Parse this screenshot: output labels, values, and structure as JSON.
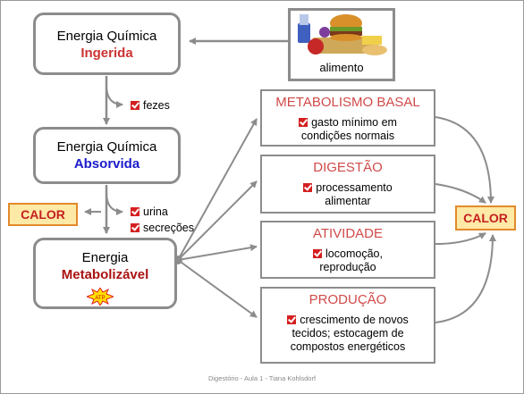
{
  "left_boxes": {
    "ingerida": {
      "line1": "Energia Química",
      "line2": "Ingerida"
    },
    "absorvida": {
      "line1": "Energia Química",
      "line2": "Absorvida"
    },
    "metabolizavel": {
      "line1": "Energia",
      "line2": "Metabolizável",
      "badge": "ATP"
    }
  },
  "side_notes": {
    "fezes": "fezes",
    "urina": "urina",
    "secrecoes": "secreções"
  },
  "calor_left": "CALOR",
  "calor_right": "CALOR",
  "food": {
    "label": "alimento",
    "icon": "food-pile-icon"
  },
  "right_boxes": [
    {
      "title": "METABOLISMO BASAL",
      "desc": [
        "gasto mínimo em",
        "condições normais"
      ]
    },
    {
      "title": "DIGESTÃO",
      "desc": [
        "processamento",
        "alimentar"
      ]
    },
    {
      "title": "ATIVIDADE",
      "desc": [
        "locomoção,",
        "reprodução"
      ]
    },
    {
      "title": "PRODUÇÃO",
      "desc": [
        "crescimento de novos",
        "tecidos; estocagem de",
        "compostos energéticos"
      ]
    }
  ],
  "footer": "Digestório - Aula 1 - Tiana Kohlsdorf",
  "colors": {
    "box_border": "#8c8c8c",
    "title_red": "#d04a4a",
    "ingerida_red": "#cc3333",
    "absorvida_blue": "#1a1acc",
    "metab_darkred": "#aa1111",
    "calor_fill": "#ffe9a6",
    "calor_text": "#c42020",
    "check_red": "#d42020"
  }
}
